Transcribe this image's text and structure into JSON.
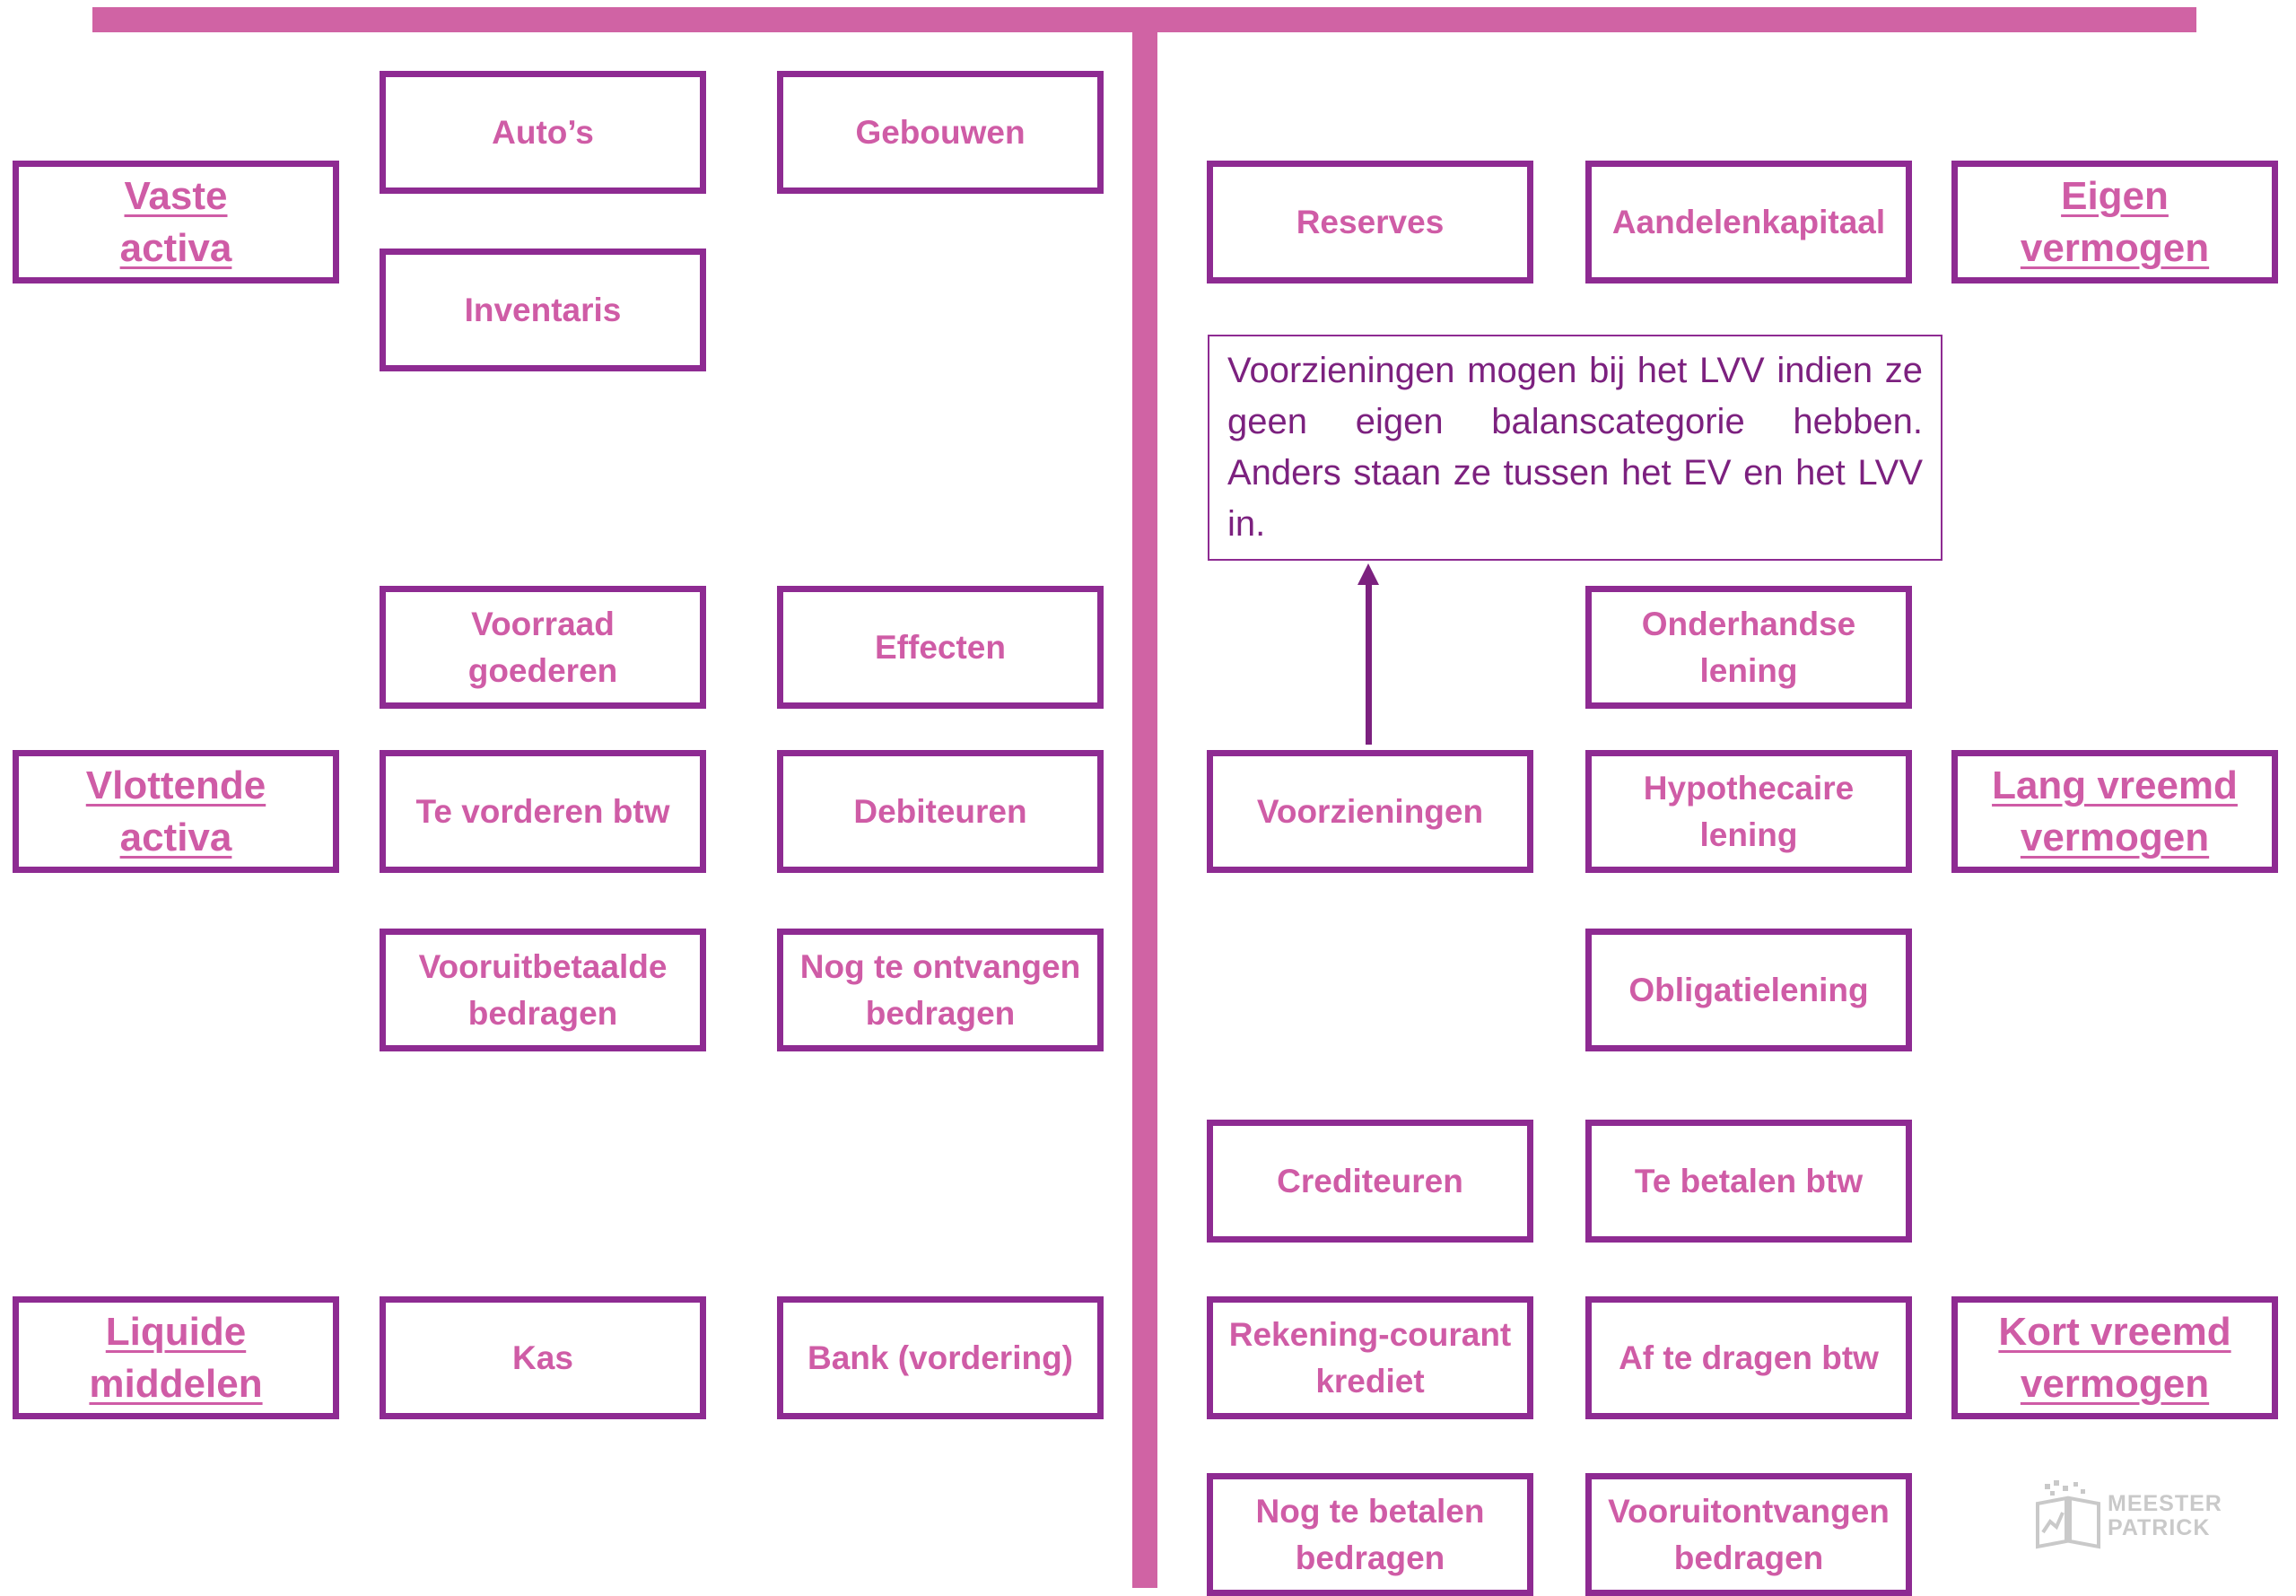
{
  "left": {
    "vaste_activa": {
      "category": "Vaste\nactiva",
      "autos": "Auto’s",
      "gebouwen": "Gebouwen",
      "inventaris": "Inventaris"
    },
    "vlottende_activa": {
      "category": "Vlottende\nactiva",
      "voorraad": "Voorraad\ngoederen",
      "effecten": "Effecten",
      "te_vorderen_btw": "Te vorderen btw",
      "debiteuren": "Debiteuren",
      "vooruitbetaalde": "Vooruitbetaalde\nbedragen",
      "nog_te_ontvangen": "Nog te ontvangen\nbedragen"
    },
    "liquide_middelen": {
      "category": "Liquide\nmiddelen",
      "kas": "Kas",
      "bank": "Bank (vordering)"
    }
  },
  "right": {
    "eigen_vermogen": {
      "category": "Eigen\nvermogen",
      "reserves": "Reserves",
      "aandelenkapitaal": "Aandelenkapitaal"
    },
    "note": "Voorzieningen mogen bij het LVV indien ze geen eigen balanscategorie hebben. Anders staan ze tussen het EV en het LVV in.",
    "lang_vreemd_vermogen": {
      "category": "Lang vreemd\nvermogen",
      "onderhandse": "Onderhandse\nlening",
      "voorzieningen": "Voorzieningen",
      "hypothecaire": "Hypothecaire\nlening",
      "obligatielening": "Obligatielening"
    },
    "kort_vreemd_vermogen": {
      "category": "Kort vreemd\nvermogen",
      "crediteuren": "Crediteuren",
      "te_betalen_btw": "Te betalen btw",
      "rekening_courant": "Rekening-courant\nkrediet",
      "af_te_dragen_btw": "Af te dragen btw",
      "nog_te_betalen": "Nog te betalen\nbedragen",
      "vooruitontvangen": "Vooruitontvangen\nbedragen"
    }
  },
  "logo": {
    "line1": "MEESTER",
    "line2": "PATRICK"
  },
  "colors": {
    "bar": "#d063a4",
    "box_border": "#8e2b92",
    "box_text": "#cf5ca6",
    "note_text": "#7c217f",
    "logo": "#c9c9c9"
  }
}
